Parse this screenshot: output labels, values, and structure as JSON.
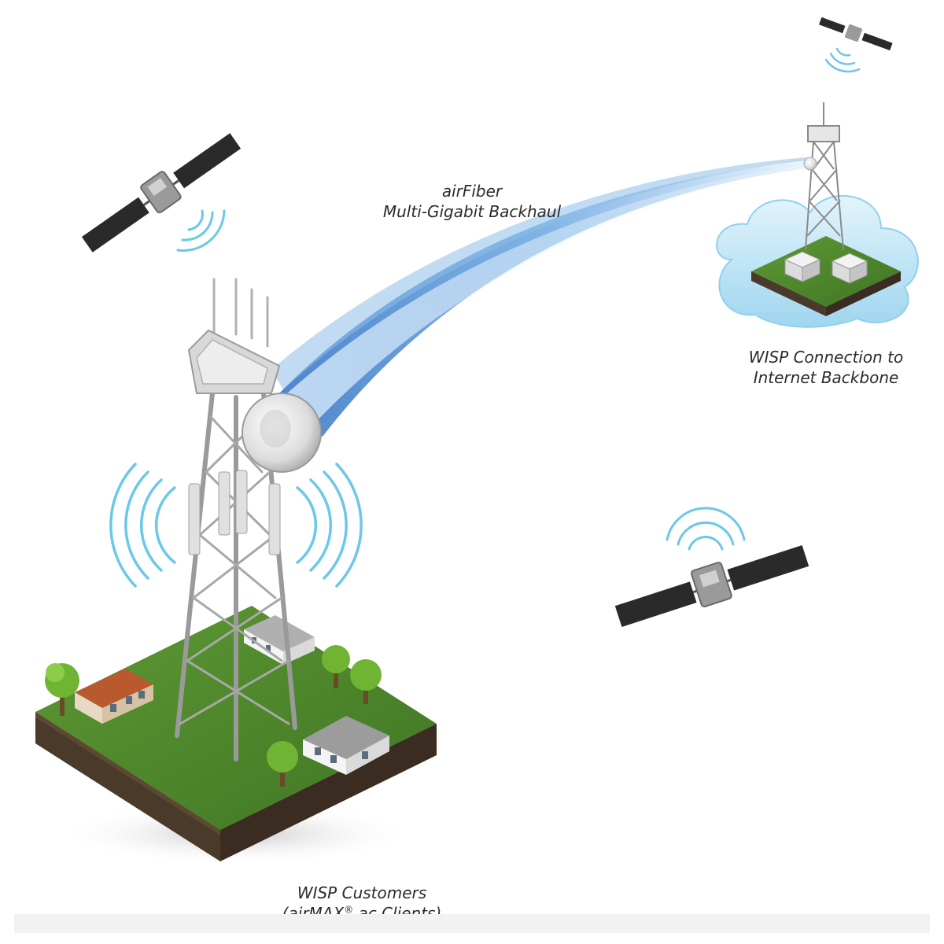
{
  "labels": {
    "backhaul": {
      "line1": "airFiber",
      "line2": "Multi-Gigabit Backhaul"
    },
    "backbone": {
      "line1": "WISP Connection to",
      "line2": "Internet Backbone"
    },
    "customers": {
      "line1": "WISP Customers",
      "line2_pre": "(airMAX",
      "line2_reg": "®",
      "line2_post": " ac Clients)"
    }
  },
  "icons": [
    "satellite-icon",
    "signal-waves-icon",
    "tower-icon",
    "dish-antenna-icon",
    "house-icon",
    "tree-icon",
    "cloud-icon",
    "server-icon"
  ],
  "colors": {
    "beam": "#5b9bd9",
    "waves": "#6cc7e8",
    "grass": "#4f8a2b",
    "soil": "#4a3a2a",
    "panel": "#2b2b2b",
    "cloud": "#bfe6f6"
  }
}
